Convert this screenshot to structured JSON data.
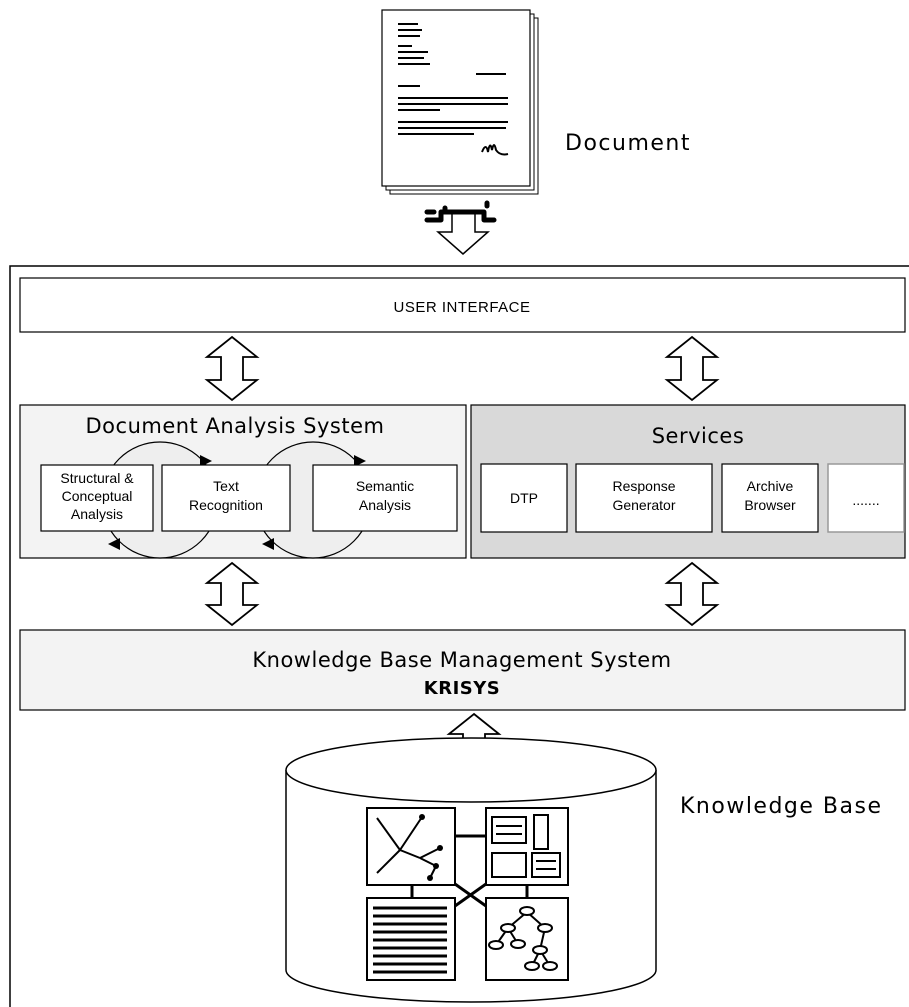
{
  "document": {
    "label": "Document",
    "icon": "document-page-icon"
  },
  "main_box": {
    "user_interface": "USER INTERFACE"
  },
  "analysis": {
    "title": "Document Analysis System",
    "modules": [
      "Structural &",
      "Conceptual",
      "Analysis"
    ],
    "text_recognition": [
      "Text",
      "Recognition"
    ],
    "semantic": [
      "Semantic",
      "Analysis"
    ]
  },
  "services": {
    "title": "Services",
    "dtp": "DTP",
    "response": [
      "Response",
      "Generator"
    ],
    "archive": [
      "Archive",
      "Browser"
    ],
    "more": "......."
  },
  "kbms": {
    "title": "Knowledge Base Management System",
    "name": "KRISYS"
  },
  "knowledge_base": {
    "label": "Knowledge Base",
    "icons": [
      "network-graph-icon",
      "layout-form-icon",
      "text-lines-icon",
      "tree-hierarchy-icon"
    ]
  },
  "colors": {
    "analysis_fill": "#f3f3f3",
    "services_fill": "#d9d9d9",
    "kbms_fill": "#f3f3f3",
    "ellipse_fill": "#eeeeee",
    "more_border": "#999999"
  }
}
